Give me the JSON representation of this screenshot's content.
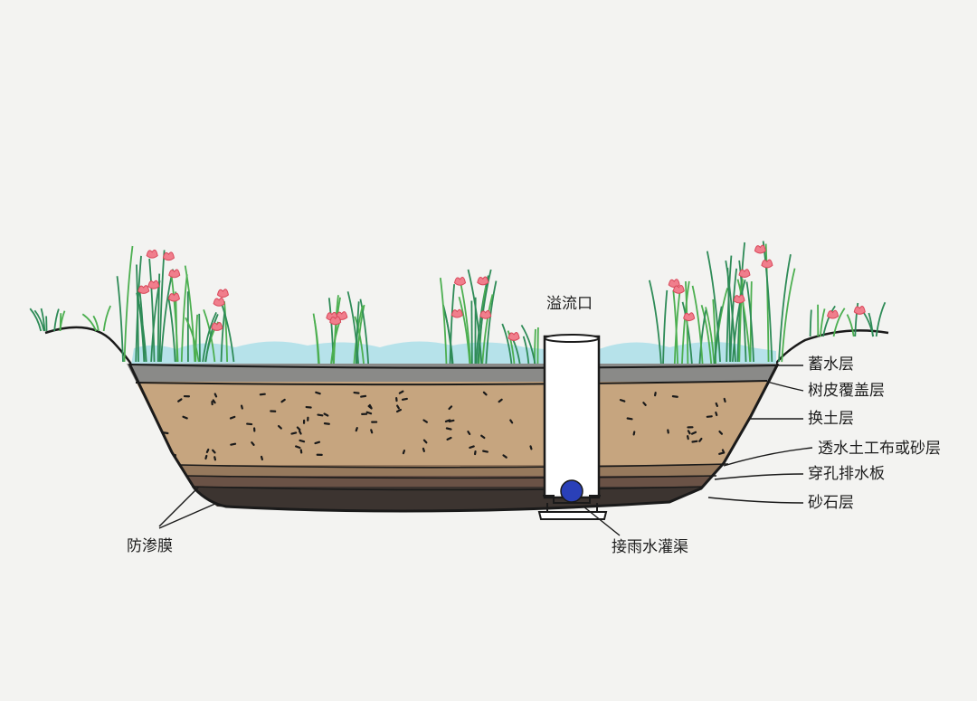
{
  "labels": {
    "overflow_outlet": "溢流口",
    "water_storage_layer": "蓄水层",
    "bark_mulch_layer": "树皮覆盖层",
    "replaced_soil_layer": "换土层",
    "geotextile_or_sand_layer": "透水土工布或砂层",
    "perforated_drain_board": "穿孔排水板",
    "gravel_layer": "砂石层",
    "impermeable_membrane": "防渗膜",
    "rainwater_irrigation_channel": "接雨水灌渠"
  },
  "colors": {
    "background": "#f3f3f1",
    "water": "#b6e2ea",
    "mulch": "#8a8a88",
    "soil": "#c6a57f",
    "geotextile": "#96795d",
    "drain_board": "#6a5246",
    "gravel": "#3c3430",
    "pipe": "#ffffff",
    "drain_ball": "#2a40b8",
    "grass": "#4caf50",
    "flower": "#f07e8c",
    "outline": "#1a1a1a"
  }
}
